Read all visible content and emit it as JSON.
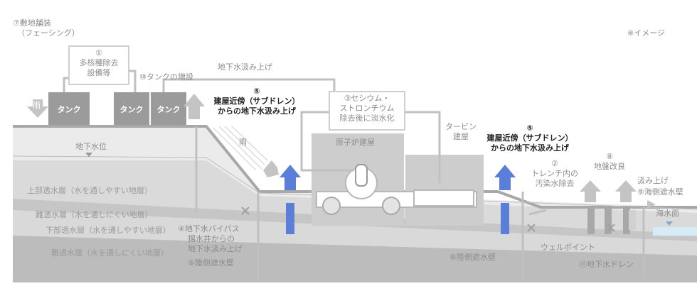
{
  "labels": {
    "site_paving_num": "⑦敷地舗装",
    "site_paving_sub": "（フェーシング）",
    "image_note": "※イメージ",
    "alps_num": "①",
    "alps_line1": "多核種除去",
    "alps_line2": "設備等",
    "tank_add": "⑩タンクの増設",
    "gw_pump_top": "地下水汲み上げ",
    "rain_left": "雨",
    "rain_mid": "雨",
    "tank1": "タンク",
    "tank2": "タンク",
    "tank3": "タンク",
    "subdrain_left_num": "⑤",
    "subdrain_left_line1": "建屋近傍（サブドレン）",
    "subdrain_left_line2": "からの地下水汲み上げ",
    "cesium_line1": "③セシウム・",
    "cesium_line2": "ストロンチウム",
    "cesium_line3": "除去後に淡水化",
    "turbine_line1": "タービン",
    "turbine_line2": "建屋",
    "subdrain_right_num": "⑤",
    "subdrain_right_line1": "建屋近傍（サブドレン）",
    "subdrain_right_line2": "からの地下水汲み上げ",
    "groundwater_level": "地下水位",
    "reactor_building": "原子炉建屋",
    "trench_num": "②",
    "trench_line1": "トレンチ内の",
    "trench_line2": "汚染水除去",
    "ground_improve_num": "⑧",
    "ground_improve": "地盤改良",
    "pump_up_right": "汲み上げ",
    "sea_wall": "⑨海側遮水壁",
    "sea_level": "海水面",
    "upper_aquifer": "上部透水層（水を通しやすい地層）",
    "aquitard1": "難透水層（水を通しにくい地層）",
    "lower_aquifer": "下部透水層（水を通しやすい地層）",
    "aquitard2": "難透水層（水を通しにくい地層）",
    "bypass_line1": "④地下水バイパス",
    "bypass_line2": "揚水井からの",
    "bypass_line3": "地下水汲み上げ",
    "land_wall_left": "⑥陸側遮水壁",
    "well_point": "ウェルポイント",
    "land_wall_right": "⑥陸側遮水壁",
    "gw_drain": "⑪地下水ドレン"
  },
  "colors": {
    "ground_top": "#e9e9e9",
    "upper_layer": "#d6d6d6",
    "aquitard": "#c4c4c4",
    "lower_layer": "#d9d9d9",
    "deep_layer": "#bdbdbd",
    "tank": "#9b9b9b",
    "arrow_gray": "#bebebe",
    "blue": "#5b7ed8",
    "blue_light": "#8fb0f0",
    "sea": "#d7ebf7"
  }
}
